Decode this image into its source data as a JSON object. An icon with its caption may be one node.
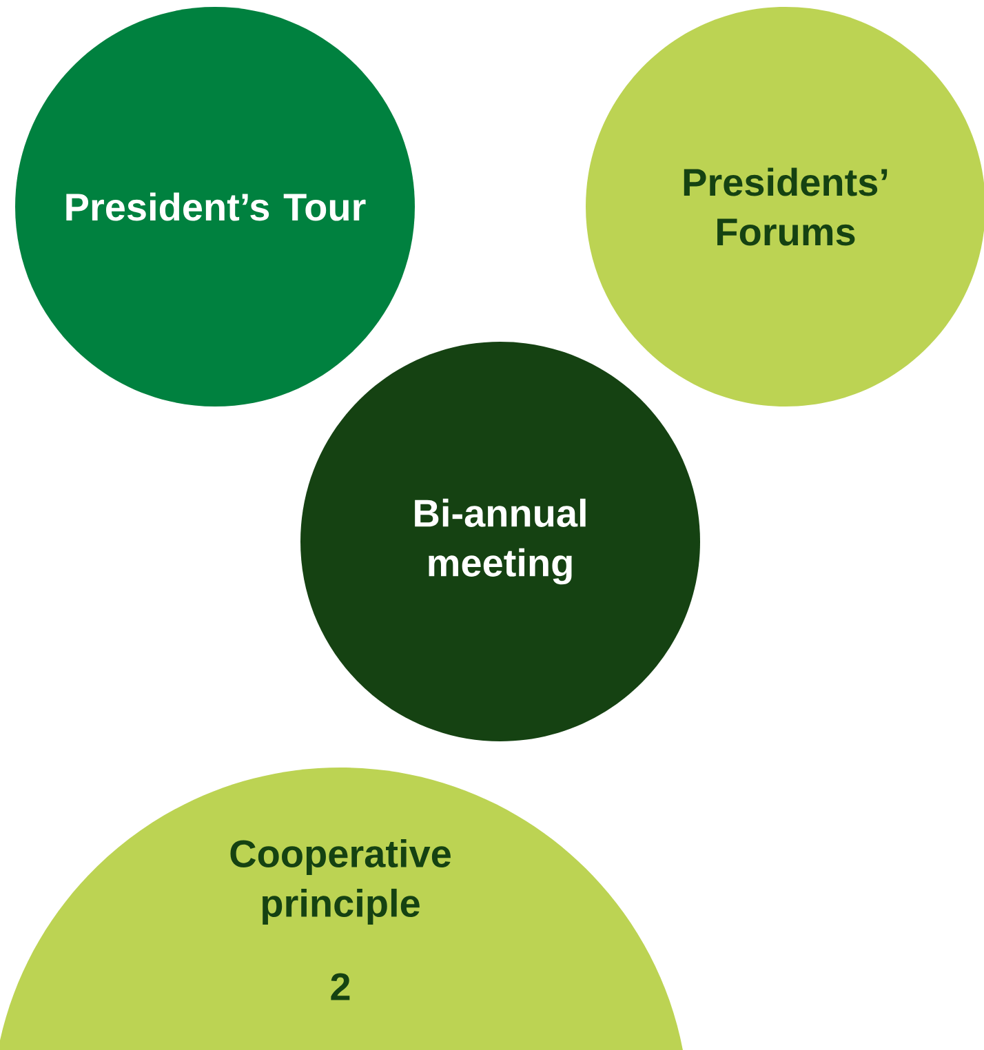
{
  "diagram": {
    "nodes": [
      {
        "text": [
          "President’s Tour"
        ]
      },
      {
        "text": [
          "Presidents’ Forums"
        ]
      },
      {
        "text": [
          "Bi-annual meeting"
        ]
      },
      {
        "text": [
          "Cooperative principle",
          "2"
        ]
      }
    ]
  }
}
